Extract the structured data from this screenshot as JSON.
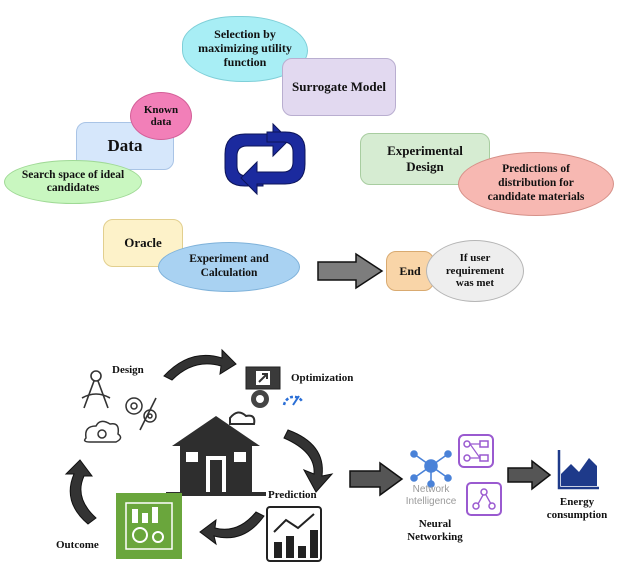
{
  "top": {
    "selection": "Selection by maximizing utility function",
    "surrogate": "Surrogate Model",
    "known_data": "Known data",
    "data": "Data",
    "search_space": "Search space of ideal candidates",
    "experimental_design": "Experimental Design",
    "predictions": "Predictions of distribution for candidate materials",
    "oracle": "Oracle",
    "experiment": "Experiment and Calculation",
    "end": "End",
    "if_user": "If user requirement was met"
  },
  "bottom": {
    "design": "Design",
    "optimization": "Optimization",
    "prediction": "Prediction",
    "outcome": "Outcome",
    "network_intelligence": "Network Intelligence",
    "neural_networking": "Neural Networking",
    "energy": "Energy consumption"
  },
  "colors": {
    "cyan_cloud": "#a8eef5",
    "pink_cloud": "#f27fb8",
    "green_cloud": "#c9f7c0",
    "data_box": "#d6e7fb",
    "surrogate_box": "#e2d9f0",
    "expdesign_box": "#d6ecd2",
    "salmon_cloud": "#f7b8b2",
    "oracle_box": "#fdf2c9",
    "exp_cloud": "#a9d2f2",
    "end_box": "#f9d5a8",
    "if_cloud": "#eeeeee",
    "cycle_arrow": "#1b2a9e",
    "nn_purple": "#9a5ad0",
    "outcome_green": "#6aa63c"
  }
}
